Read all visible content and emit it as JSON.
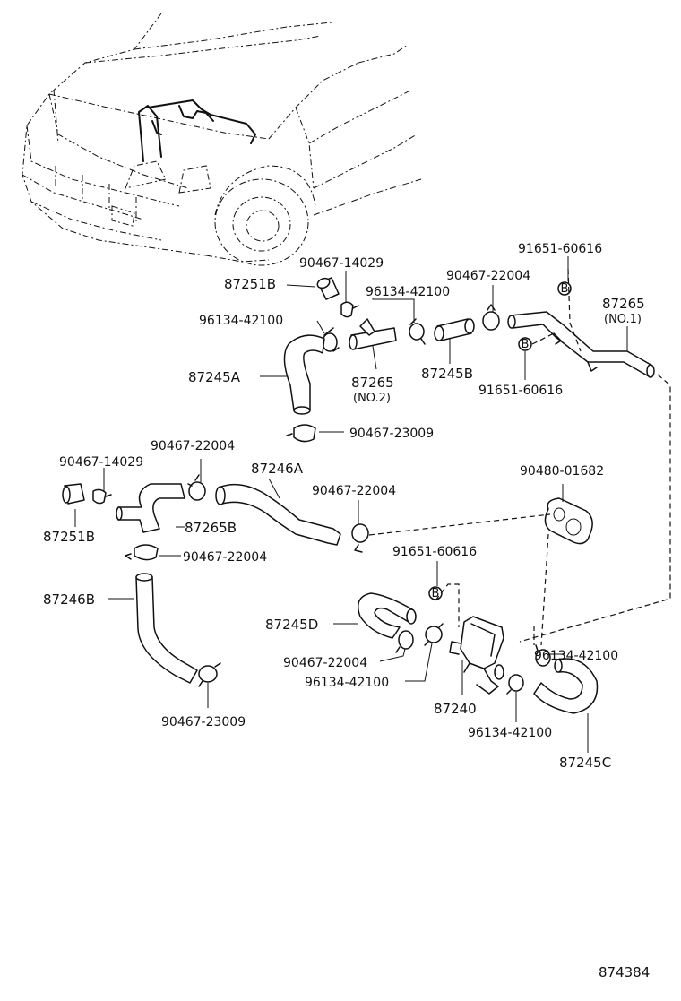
{
  "diagram_id": "874384",
  "callouts": [
    {
      "text": "90467-14029"
    },
    {
      "text": "87251B"
    },
    {
      "text": "96134-42100"
    },
    {
      "text": "90467-22004"
    },
    {
      "text": "91651-60616"
    },
    {
      "text": "87265"
    },
    {
      "text": "(NO.1)"
    },
    {
      "text": "96134-42100"
    },
    {
      "text": "87245A"
    },
    {
      "text": "87265"
    },
    {
      "text": "(NO.2)"
    },
    {
      "text": "87245B"
    },
    {
      "text": "91651-60616"
    },
    {
      "text": "90467-23009"
    },
    {
      "text": "90467-22004"
    },
    {
      "text": "90467-14029"
    },
    {
      "text": "87246A"
    },
    {
      "text": "90467-22004"
    },
    {
      "text": "90480-01682"
    },
    {
      "text": "87265B"
    },
    {
      "text": "87251B"
    },
    {
      "text": "90467-22004"
    },
    {
      "text": "91651-60616"
    },
    {
      "text": "87246B"
    },
    {
      "text": "87245D"
    },
    {
      "text": "96134-42100"
    },
    {
      "text": "90467-22004"
    },
    {
      "text": "96134-42100"
    },
    {
      "text": "87240"
    },
    {
      "text": "96134-42100"
    },
    {
      "text": "87245C"
    },
    {
      "text": "90467-23009"
    }
  ],
  "bolt_marker": "B"
}
